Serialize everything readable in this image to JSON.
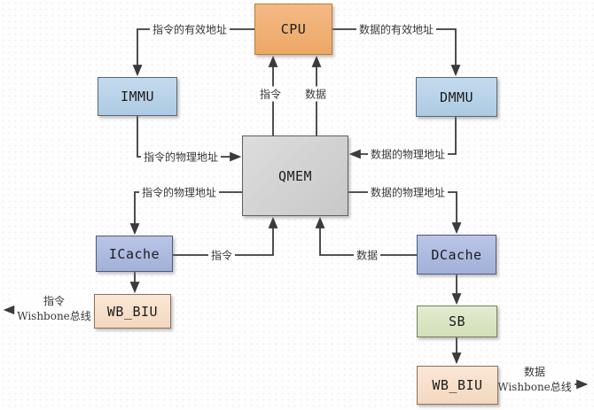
{
  "colors": {
    "line": "#3b3b3b",
    "cpu_fill": "#f0b078",
    "mmu_fill": "#bdd6ea",
    "qmem_fill": "#d4d4d4",
    "cache_fill": "#aebce0",
    "wb_biu_fill": "#fae4d1",
    "sb_fill": "#dce7c6"
  },
  "nodes": {
    "cpu": {
      "label": "CPU"
    },
    "immu": {
      "label": "IMMU"
    },
    "dmmu": {
      "label": "DMMU"
    },
    "qmem": {
      "label": "QMEM"
    },
    "icache": {
      "label": "ICache"
    },
    "dcache": {
      "label": "DCache"
    },
    "wb_biu_left": {
      "label": "WB_BIU"
    },
    "sb": {
      "label": "SB"
    },
    "wb_biu_right": {
      "label": "WB_BIU"
    }
  },
  "edges": {
    "cpu_to_immu": {
      "label": "指令的有效地址"
    },
    "cpu_to_dmmu": {
      "label": "数据的有效地址"
    },
    "qmem_to_cpu_instruction": {
      "label": "指令"
    },
    "qmem_to_cpu_data": {
      "label": "数据"
    },
    "immu_to_qmem": {
      "label": "指令的物理地址"
    },
    "dmmu_to_qmem": {
      "label": "数据的物理地址"
    },
    "qmem_to_icache": {
      "label": "指令的物理地址"
    },
    "qmem_to_dcache": {
      "label": "数据的物理地址"
    },
    "icache_to_qmem": {
      "label": "指令"
    },
    "dcache_to_qmem": {
      "label": "数据"
    },
    "wb_biu_left_out": {
      "line1": "指令",
      "line2": "Wishbone总线"
    },
    "wb_biu_right_out": {
      "line1": "数据",
      "line2": "Wishbone总线"
    }
  }
}
